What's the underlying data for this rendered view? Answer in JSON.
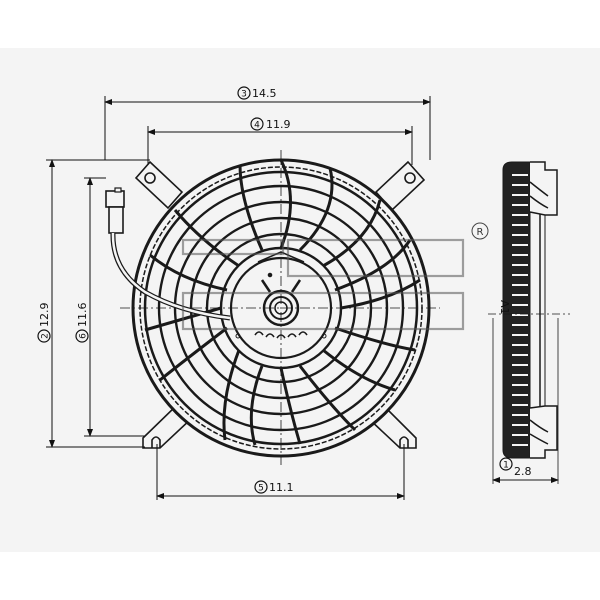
{
  "drawing": {
    "subject": "Radiator cooling fan assembly",
    "views": [
      "front-view",
      "side-view"
    ],
    "line_color": "#1a1a1a",
    "background_band_color": "#f4f4f4",
    "background_color": "#ffffff"
  },
  "dimensions": {
    "d1": {
      "num": "1",
      "value": "2.8",
      "label": "①2.8",
      "orientation": "horizontal",
      "view": "side"
    },
    "d2": {
      "num": "2",
      "value": "12.9",
      "label": "②12.9",
      "orientation": "vertical",
      "view": "front"
    },
    "d3": {
      "num": "3",
      "value": "14.5",
      "label": "③14.5",
      "orientation": "horizontal",
      "view": "front"
    },
    "d4": {
      "num": "4",
      "value": "11.9",
      "label": "④11.9",
      "orientation": "horizontal",
      "view": "front"
    },
    "d5": {
      "num": "5",
      "value": "11.1",
      "label": "⑤11.1",
      "orientation": "horizontal",
      "view": "front"
    },
    "d6": {
      "num": "6",
      "value": "11.6",
      "label": "⑥11.6",
      "orientation": "vertical",
      "view": "front"
    }
  },
  "annotations": {
    "section_mark": "A1",
    "registered_mark": "R"
  }
}
